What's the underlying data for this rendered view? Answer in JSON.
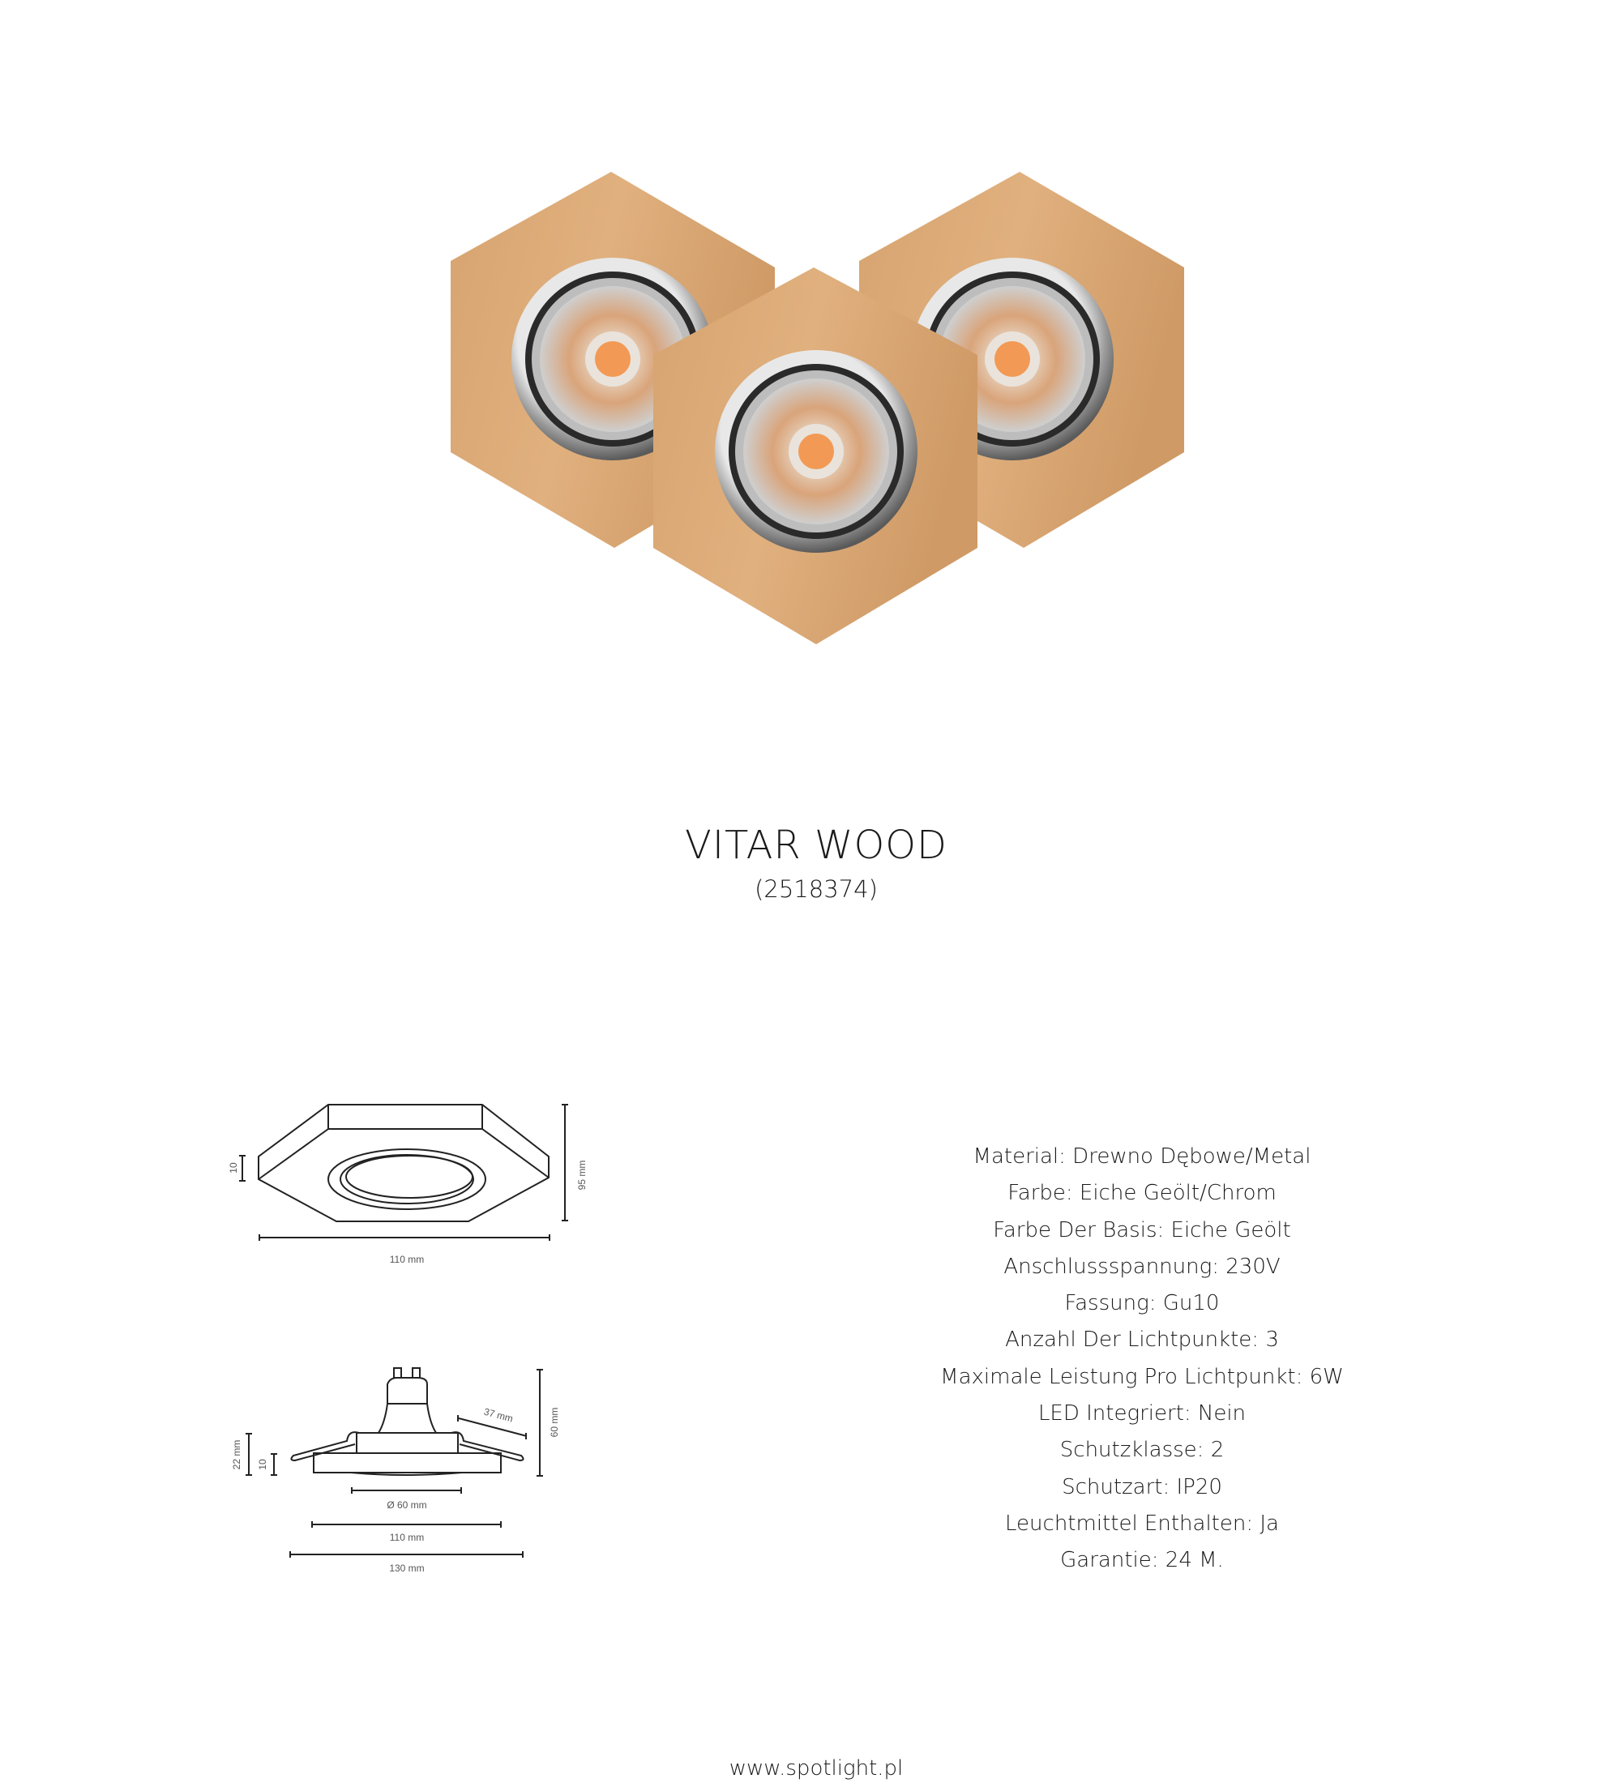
{
  "product": {
    "name": "VITAR WOOD",
    "code": "(2518374)"
  },
  "specs": [
    "Material: Drewno Dębowe/Metal",
    "Farbe: Eiche Geölt/Chrom",
    "Farbe Der Basis: Eiche Geölt",
    "Anschlussspannung: 230V",
    "Fassung: Gu10",
    "Anzahl Der Lichtpunkte: 3",
    "Maximale Leistung Pro Lichtpunkt: 6W",
    "LED Integriert: Nein",
    "Schutzklasse: 2",
    "Schutzart: IP20",
    "Leuchtmittel Enthalten: Ja",
    "Garantie: 24 M."
  ],
  "drawing_top": {
    "height_label": "10",
    "depth_label": "95 mm",
    "width_label": "110 mm"
  },
  "drawing_side": {
    "total_height_label": "22 mm",
    "plate_height_label": "10",
    "overall_height_label": "60 mm",
    "spring_label": "37 mm",
    "cutout_label": "Ø 60 mm",
    "width_label": "110 mm",
    "span_label": "130 mm"
  },
  "footer": {
    "website": "www.spotlight.pl"
  },
  "colors": {
    "wood": "#d9a774",
    "text": "#1a1a1a"
  }
}
